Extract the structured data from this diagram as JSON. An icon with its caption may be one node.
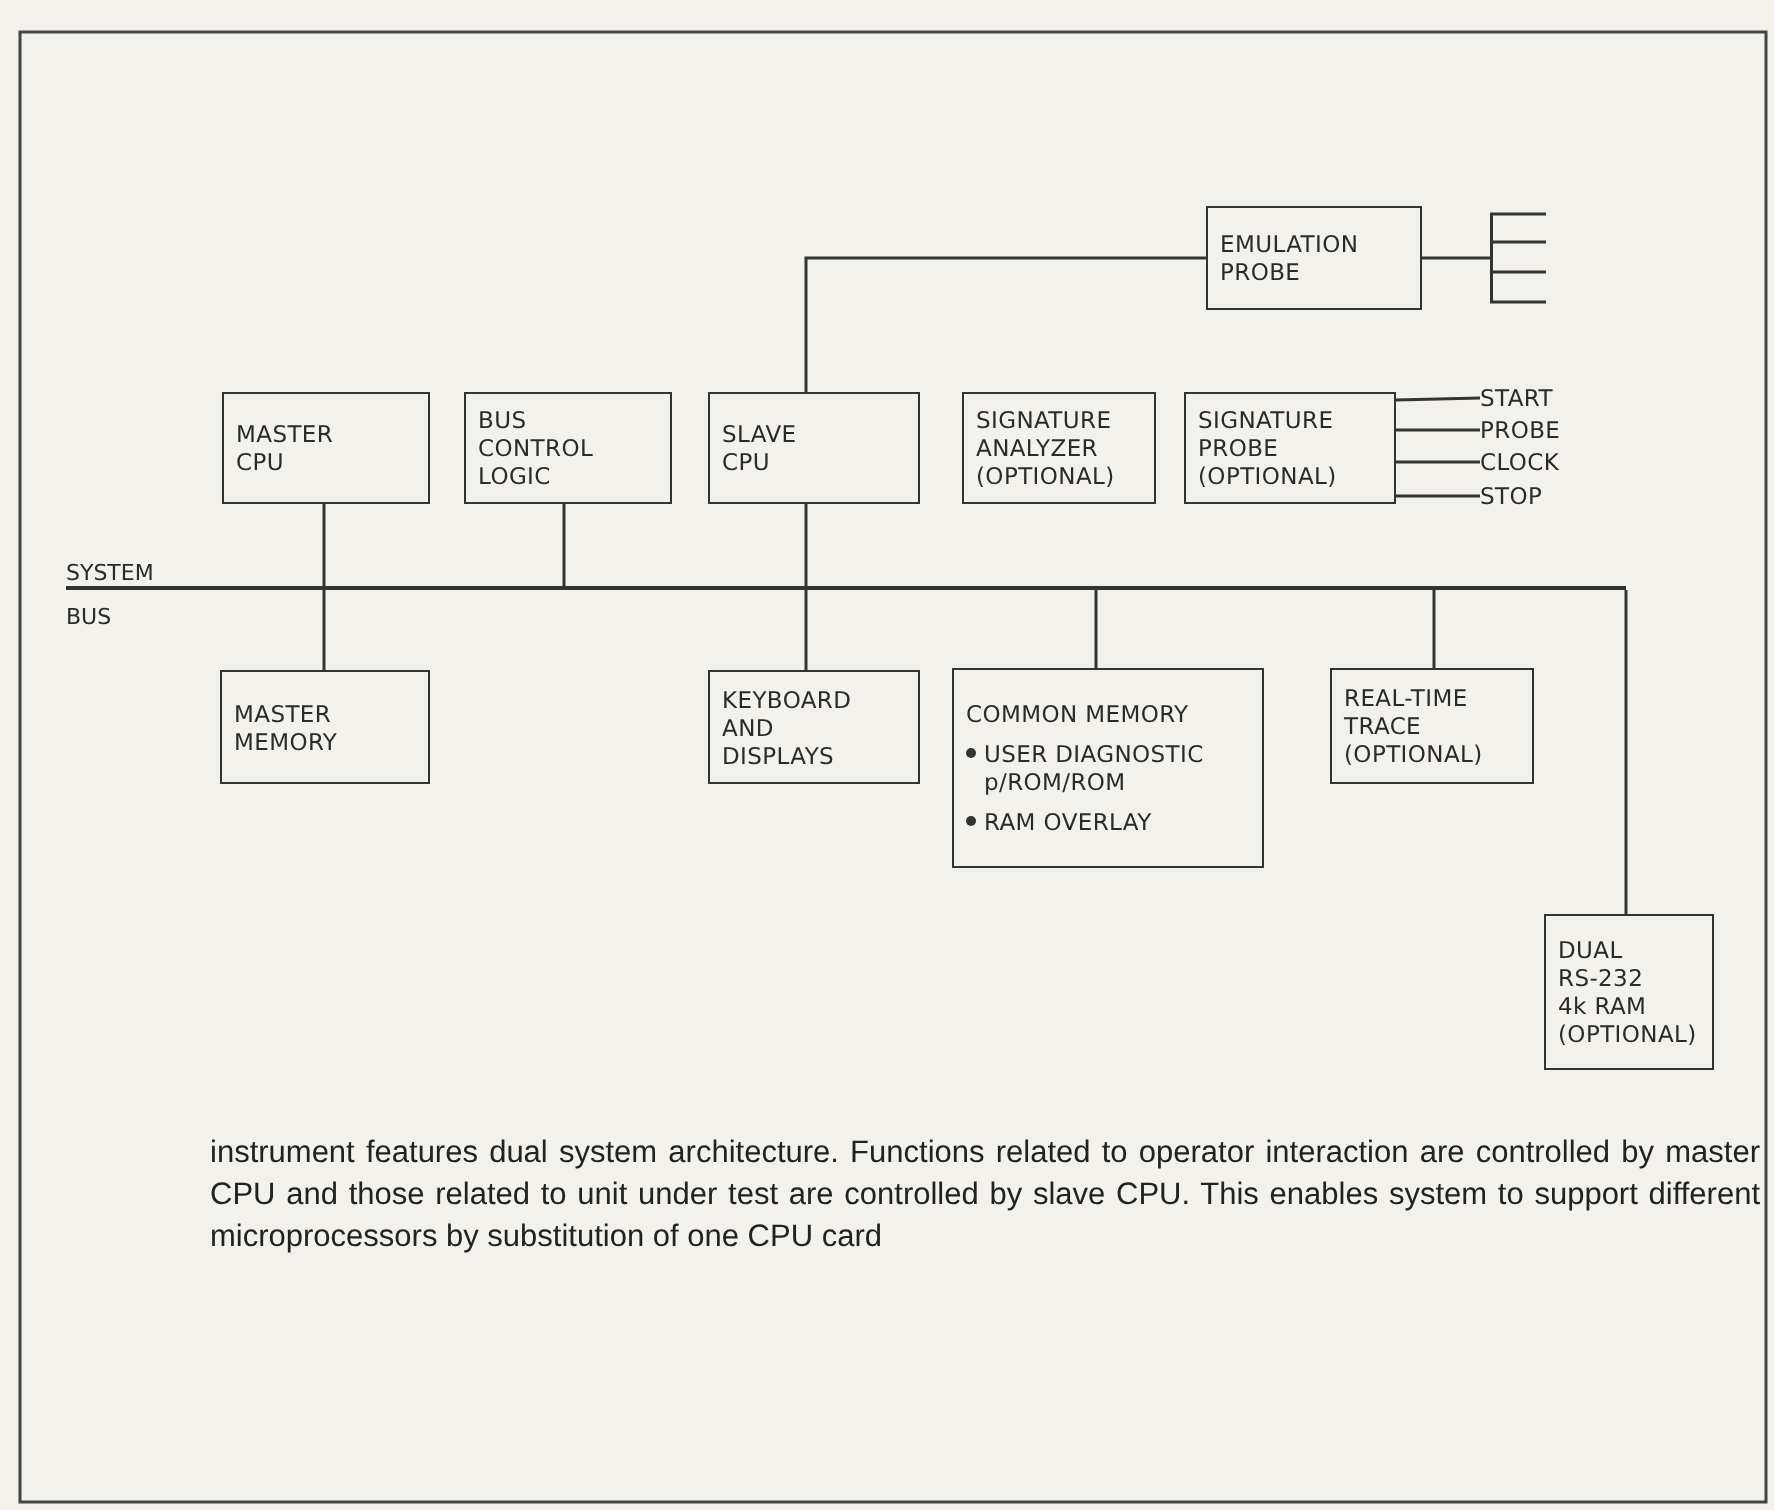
{
  "diagram": {
    "caption": "instrument features dual system architecture. Functions related to operator interaction are controlled by master CPU and those related to unit under test are controlled by slave CPU. This enables system to support different microprocessors by substitution of one CPU card",
    "nodes": [
      {
        "text": [
          "EMULATION PROBE"
        ]
      },
      {
        "text": [],
        "shape": "comb"
      },
      {
        "text": [
          "MASTER CPU"
        ]
      },
      {
        "text": [
          "BUS CONTROL LOGIC"
        ]
      },
      {
        "text": [
          "SLAVE CPU"
        ]
      },
      {
        "text": [
          "SIGNATURE ANALYZER (OPTIONAL)"
        ]
      },
      {
        "text": [
          "SIGNATURE PROBE (OPTIONAL)"
        ]
      },
      {
        "text": [
          "START"
        ]
      },
      {
        "text": [
          "PROBE"
        ]
      },
      {
        "text": [
          "CLOCK"
        ]
      },
      {
        "text": [
          "STOP"
        ]
      },
      {
        "text": [],
        "shape": "bar",
        "beside": [
          "SYSTEM BUS"
        ]
      },
      {
        "text": [
          "MASTER MEMORY"
        ]
      },
      {
        "text": [
          "KEYBOARD AND DISPLAYS"
        ]
      },
      {
        "text": [
          "COMMON MEMORY",
          "USER DIAGNOSTIC p/ROM/ROM",
          "RAM OVERLAY"
        ]
      },
      {
        "text": [
          "REAL-TIME TRACE (OPTIONAL)"
        ]
      },
      {
        "text": [
          "DUAL RS-232 4k RAM (OPTIONAL)"
        ]
      }
    ],
    "edges": [
      {
        "from": 4,
        "to": 0,
        "arrow": "none"
      },
      {
        "from": 0,
        "to": 1,
        "arrow": "none"
      },
      {
        "from": 6,
        "to": 7,
        "arrow": "none"
      },
      {
        "from": 6,
        "to": 8,
        "arrow": "none"
      },
      {
        "from": 6,
        "to": 9,
        "arrow": "none"
      },
      {
        "from": 6,
        "to": 10,
        "arrow": "none"
      },
      {
        "from": 2,
        "to": 11,
        "arrow": "none"
      },
      {
        "from": 3,
        "to": 11,
        "arrow": "none"
      },
      {
        "from": 4,
        "to": 11,
        "arrow": "none"
      },
      {
        "from": 11,
        "to": 12,
        "arrow": "none"
      },
      {
        "from": 11,
        "to": 13,
        "arrow": "none"
      },
      {
        "from": 11,
        "to": 14,
        "arrow": "none"
      },
      {
        "from": 11,
        "to": 15,
        "arrow": "none"
      },
      {
        "from": 11,
        "to": 16,
        "arrow": "none"
      }
    ]
  }
}
